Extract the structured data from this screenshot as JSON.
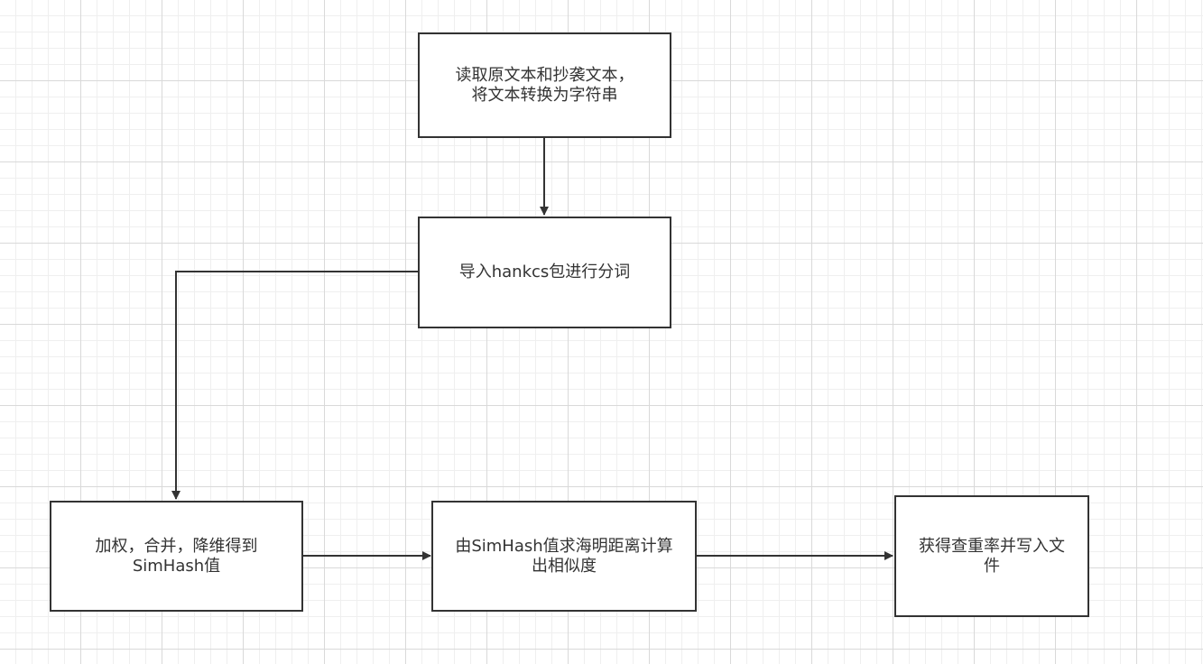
{
  "diagram": {
    "type": "flowchart",
    "stroke_color": "#333333",
    "nodes": {
      "read_text": {
        "label": "读取原文本和抄袭文本，\n将文本转换为字符串"
      },
      "segment": {
        "label": "导入hankcs包进行分词"
      },
      "simhash": {
        "label": "加权，合并，降维得到\nSimHash值"
      },
      "similarity": {
        "label": "由SimHash值求海明距离计算\n出相似度"
      },
      "output": {
        "label": "获得查重率并写入文\n件"
      }
    },
    "edges": [
      {
        "from": "read_text",
        "to": "segment"
      },
      {
        "from": "segment",
        "to": "simhash"
      },
      {
        "from": "simhash",
        "to": "similarity"
      },
      {
        "from": "similarity",
        "to": "output"
      }
    ]
  }
}
